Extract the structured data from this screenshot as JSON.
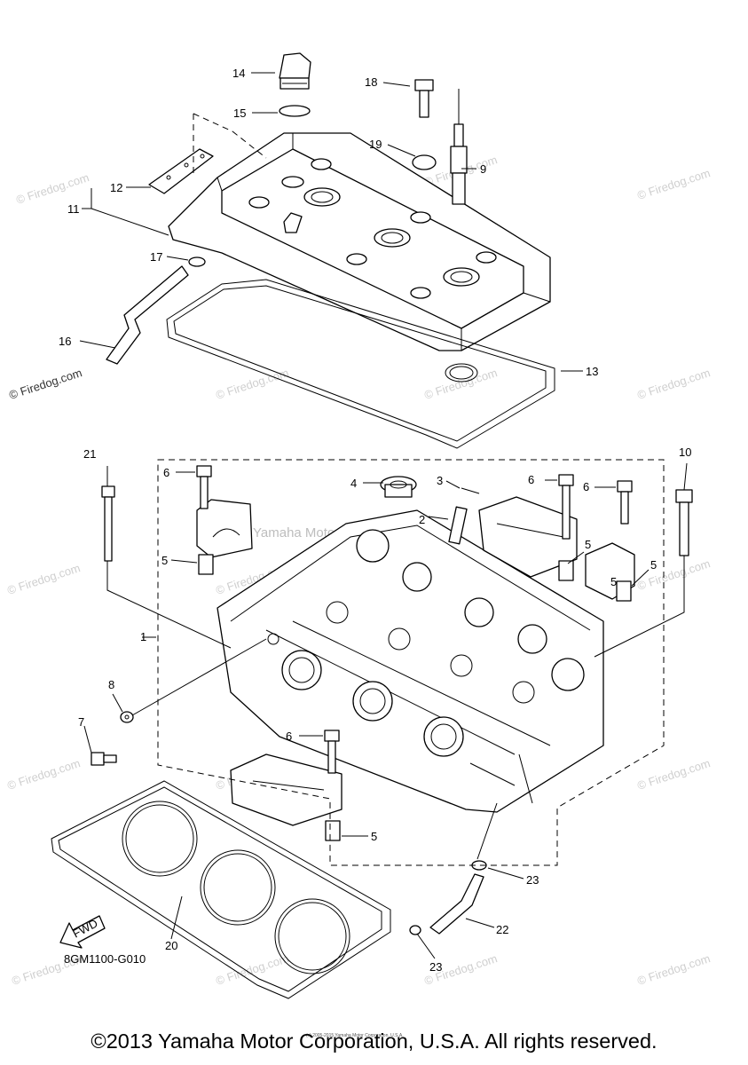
{
  "callouts": {
    "c1": "1",
    "c2": "2",
    "c3": "3",
    "c4": "4",
    "c5a": "5",
    "c5b": "5",
    "c5c": "5",
    "c5d": "5",
    "c5e": "5",
    "c6a": "6",
    "c6b": "6",
    "c6c": "6",
    "c6d": "6",
    "c7": "7",
    "c8": "8",
    "c9": "9",
    "c10": "10",
    "c11": "11",
    "c12": "12",
    "c13": "13",
    "c14": "14",
    "c15": "15",
    "c16": "16",
    "c17": "17",
    "c18": "18",
    "c19": "19",
    "c20": "20",
    "c21": "21",
    "c22": "22",
    "c23a": "23",
    "c23b": "23"
  },
  "fwd_label": "FWD",
  "diagram_code": "8GM1100-G010",
  "watermark": "© Firedog.com",
  "inline_watermark": "Yamaha Motor Corp, USA",
  "tiny_notice": "(c) 2005-2015 Yamaha Motor Corporation, U.S.A.",
  "copyright": "©2013 Yamaha Motor Corporation, U.S.A. All rights reserved."
}
